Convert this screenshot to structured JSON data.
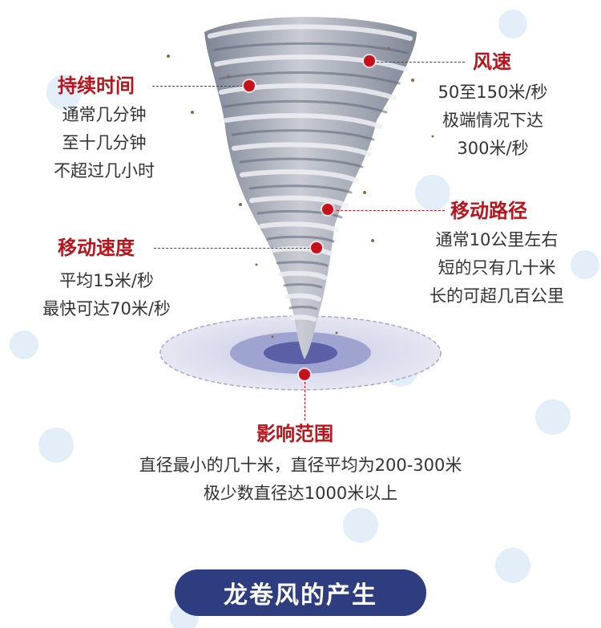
{
  "duration": {
    "title": "持续时间",
    "lines": [
      "通常几分钟",
      "至十几分钟",
      "不超过几小时"
    ]
  },
  "wind_speed": {
    "title": "风速",
    "lines": [
      "50至150米/秒",
      "极端情况下达",
      "300米/秒"
    ]
  },
  "path": {
    "title": "移动路径",
    "lines": [
      "通常10公里左右",
      "短的只有几十米",
      "长的可超几百公里"
    ]
  },
  "move_speed": {
    "title": "移动速度",
    "lines": [
      "平均15米/秒",
      "最快可达70米/秒"
    ]
  },
  "range": {
    "title": "影响范围",
    "lines": [
      "直径最小的几十米，直径平均为200-300米",
      "极少数直径达1000米以上"
    ]
  },
  "banner": {
    "text": "龙卷风的产生"
  },
  "colors": {
    "accent": "#b8141c",
    "banner": "#2e3d80",
    "text": "#333333"
  }
}
